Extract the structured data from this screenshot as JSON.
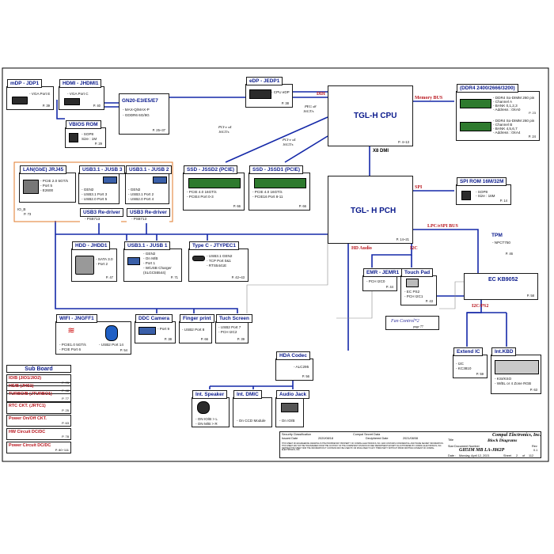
{
  "blocks": {
    "mdp": {
      "title": "mDP - JDP1",
      "lines": [
        "- VGA Port E"
      ],
      "page": "P. 39"
    },
    "hdmi": {
      "title": "HDMI - JHDMI1",
      "lines": [
        "- VGA Port C"
      ],
      "page": "P. 40"
    },
    "vbios": {
      "title": "VBIOS ROM",
      "lines": [
        "- SOP8",
        "Size : 1M"
      ],
      "page": "P. 29"
    },
    "gpu": {
      "title": "GN20-E3/E5/E7",
      "lines": [
        "- MAX-Q/MAX-P",
        "- GDDR6 6G/8G"
      ],
      "page": "P. 25~37"
    },
    "edp": {
      "title": "eDP - JEDP1",
      "lines": [
        "- CPU eDP"
      ],
      "page": "P. 38"
    },
    "cpu": {
      "title": "TGL-H CPU",
      "page": "P. 4~13"
    },
    "ddr": {
      "title": "(DDR4 2400/2666/3200)",
      "slot1": [
        "- DDR4 So-DIMM 260 pin",
        "- Channel A",
        "- BANK 0,1,2,3",
        "- Address : 0XA0"
      ],
      "slot2": [
        "- DDR4 So-DIMM 260 pin",
        "- Channel B",
        "- BANK 4,5,6,7",
        "- Address : 0XA4"
      ],
      "page1": "P. 23",
      "page2": "P. 24"
    },
    "lan": {
      "title": "LAN(GbE) JRJ45",
      "lines": [
        "- PCIE 2.0 5GT/s",
        "- Port 5",
        "- E2600"
      ],
      "io": "IO_B",
      "iopage": "P. 73"
    },
    "usb3": {
      "title": "USB3.1 - JUSB 3",
      "lines": [
        "- GEN2",
        "- USB3.1 Port 3",
        "- USB2.0 Port 5"
      ]
    },
    "usb2": {
      "title": "USB3.1 - JUSB 2",
      "lines": [
        "- GEN2",
        "- USB3.1 Port 2",
        "- USB2.0 Port 4"
      ]
    },
    "redriver1": {
      "title": "USB3 Re-driver",
      "lines": [
        "- PS8713"
      ]
    },
    "redriver2": {
      "title": "USB3 Re-driver",
      "lines": [
        "- PS8713"
      ]
    },
    "ssd2": {
      "title": "SSD - JSSD2 (PCIE)",
      "lines": [
        "- PCIE 4.0 16GT/s",
        "- PCIE4 Port 0-3"
      ],
      "page": "P. 66"
    },
    "ssd1": {
      "title": "SSD - JSSD1 (PCIE)",
      "lines": [
        "- PCIE 4.0 16GT/s",
        "- PCIE16 Port 8-11"
      ],
      "page": "P. 66"
    },
    "pch": {
      "title": "TGL- H PCH",
      "page": "P. 14~21"
    },
    "spirom": {
      "title": "SPI ROM 16M/32M",
      "lines": [
        "- SOP8",
        "- Size : 16M"
      ],
      "page": "P. 14"
    },
    "hdd": {
      "title": "HDD - JHDD1",
      "lines": [
        "- SATA 3.0",
        "- Port 2"
      ],
      "page": "P. 47"
    },
    "usb1": {
      "title": "USB3.1 - JUSB 1",
      "lines": [
        "- GEN2",
        "- On M/B",
        "- Port 1",
        "- W/USB Charger",
        "(SLGC55544)"
      ],
      "page": "P. 71"
    },
    "typec": {
      "title": "Type C - JTYPEC1",
      "lines": [
        "- USB3.1 GEN2",
        "- TCP Port 0&1",
        "- RTS5441E"
      ],
      "page": "P. 42~43"
    },
    "tpm": {
      "title": "TPM",
      "lines": [
        "- NPCT750"
      ],
      "page": "P. 46"
    },
    "emr": {
      "title": "EMR - JEMR1",
      "lines": [
        "- PCH I2C0"
      ],
      "page": "P. 44"
    },
    "touchpad": {
      "title": "Touch Pad",
      "lines": [
        "- EC PS2",
        "- PCH I2C1"
      ],
      "page": "P. 43"
    },
    "ec": {
      "title": "EC KB9052",
      "page": "P. 58"
    },
    "wifi": {
      "title": "WIFI - JNGFF1",
      "lines1": [
        "- PCIE1.0 5GT/s",
        "- PCIE Port 6"
      ],
      "lines2": [
        "- USB2 Port 14"
      ],
      "page": "P. 54"
    },
    "camera": {
      "title": "DDC Camera",
      "lines": [
        "- Port 9"
      ],
      "page": "P. 38"
    },
    "finger": {
      "title": "Finger print",
      "lines": [
        "- USB2 Port 8"
      ],
      "page": "P. 66"
    },
    "touchscreen": {
      "title": "Tuch Screen",
      "lines": [
        "- USB2 Port 7",
        "- PCH I2C2"
      ],
      "page": "P. 39"
    },
    "codec": {
      "title": "HDA Codec",
      "lines": [
        "- ALC295"
      ],
      "page": "P. 56"
    },
    "speaker": {
      "title": "Int. Speaker",
      "lines": [
        "- ON IO/B > L",
        "- ON M/B > R"
      ]
    },
    "dmic": {
      "title": "Int. DMIC",
      "lines": [
        "- On CCD Module"
      ]
    },
    "jack": {
      "title": "Audio Jack",
      "lines": [
        "- On IO/B"
      ]
    },
    "extendic": {
      "title": "Extend IC",
      "lines": [
        "- I2C",
        "- KC3810"
      ],
      "page": "P. 59"
    },
    "kbd": {
      "title": "Int.KBD",
      "lines": [
        "- KSI/KSO",
        "- W/BL or 4 Zone RGB"
      ],
      "page": "P. 63"
    }
  },
  "buses": {
    "ddi": "DDI",
    "memory": "Memory BUS",
    "peg1": "PEG x8",
    "peg2": "16GT/s",
    "pcie_a1": "PCI-e x4",
    "pcie_a2": "16GT/s",
    "pcie_b1": "PCI-e x4",
    "pcie_b2": "16GT/s",
    "x8dmi": "X8 DMI",
    "spi": "SPI",
    "lpc": "LPC/eSPI BUS",
    "hda": "HD Audio",
    "i2c": "I2C",
    "i2cps2": "I2C/PS2",
    "fan": "Fan Control*2",
    "fanpage": "page 77"
  },
  "subboard": {
    "header": "Sub Board",
    "items": [
      {
        "label": "IO/B (JIO1/JIO2)",
        "page": "P. 73"
      },
      {
        "label": "HS/B (JHS1)",
        "page": "P. 48"
      },
      {
        "label": "TURBO/B (JTURBO1)",
        "page": "P. 77"
      },
      {
        "label": "RTC CKT. (JRTC1)",
        "page": "P. 25"
      },
      {
        "label": "Power On/Off CKT.",
        "page": "P. 63"
      },
      {
        "label": "HW Circuit DC/DC",
        "page": "P. 78"
      },
      {
        "label": "Power Circuit DC/DC",
        "page": "P. 80~111"
      }
    ]
  },
  "titleblock": {
    "sec": "Security Classification",
    "secret": "Compal Secret Data",
    "company": "Compal Electronics, Inc.",
    "issued": "Issued Date",
    "issuedate": "2020/08/18",
    "decipher": "Deciphered Date",
    "decipherdate": "2021/08/08",
    "titlelbl": "Title",
    "title": "Block Diagrams",
    "sizelbl": "Size",
    "doclbl": "Document Number",
    "revlbl": "Rev",
    "doc": "GH5IM MB LA-J862P",
    "rev": "0.1",
    "datelbl": "Date :",
    "date": "Monday, April 12, 2021",
    "sheetlbl": "Sheet",
    "sheet": "2",
    "of": "of",
    "total": "112",
    "notice": "THIS SHEET OF ENGINEERING DRAWING IS THE PROPRIETARY PROPERTY OF COMPAL ELECTRONICS, INC. AND CONTAINS CONFIDENTIAL AND TRADE SECRET INFORMATION. THIS SHEET MAY NOT BE TRANSFERED FROM THE CUSTODY OF THE COMPETENT DIVISION OF R&D DEPARTMENT EXCEPT AS AUTHORIZED BY COMPAL ELECTRONICS, INC. NEITHER THIS SHEET NOR THE INFORMATION IT CONTAINS MAY BE USED BY OR DISCLOSED TO ANY THIRD PARTY WITHOUT PRIOR WRITTEN CONSENT OF COMPAL ELECTRONICS, INC."
  }
}
